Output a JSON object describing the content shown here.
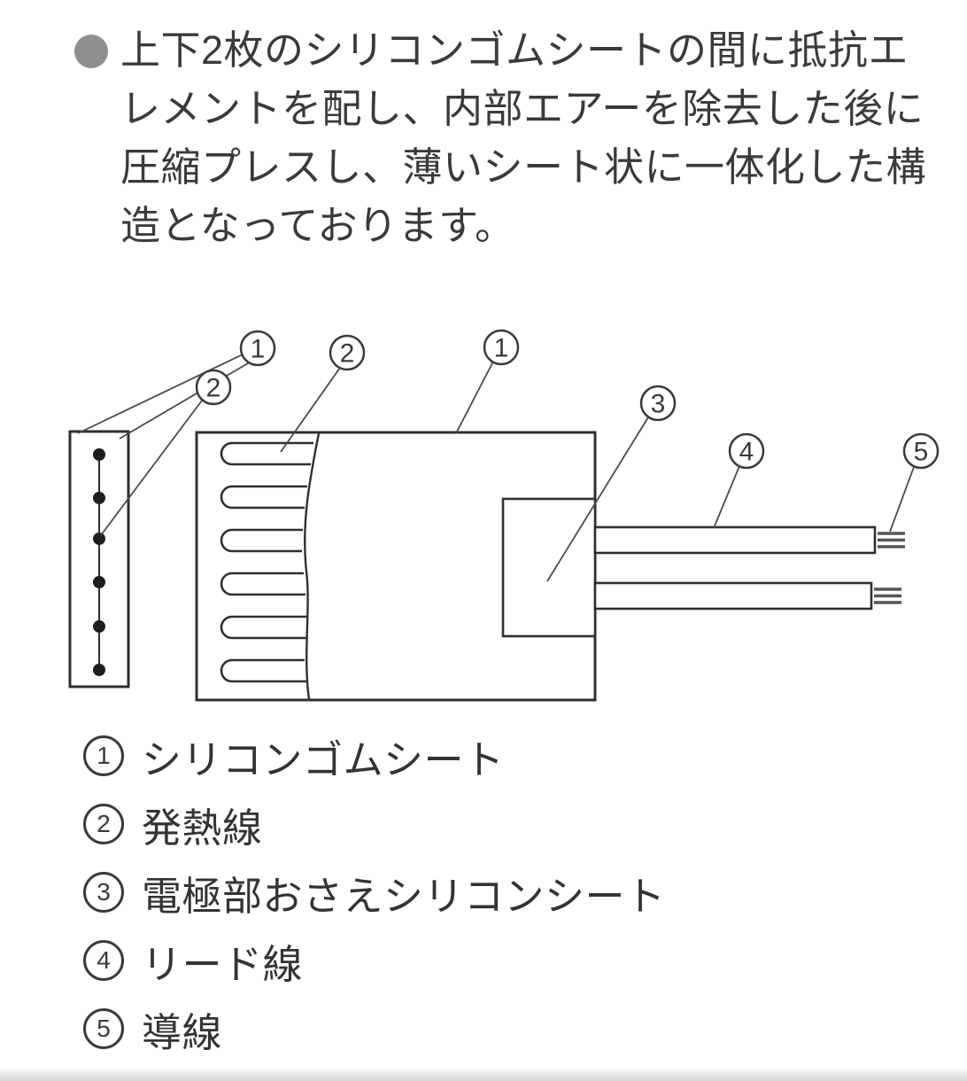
{
  "intro": {
    "lines": [
      "上下2枚のシリコンゴムシートの間に抵抗エ",
      "レメントを配し、内部エアーを除去した後に",
      "圧縮プレスし、薄いシート状に一体化した構",
      "造となっております。"
    ]
  },
  "diagram": {
    "callouts": {
      "n1_left": "1",
      "n2_left": "2",
      "n2_top": "2",
      "n1_top": "1",
      "n3": "3",
      "n4": "4",
      "n5": "5"
    }
  },
  "legend": {
    "items": [
      {
        "num": "1",
        "label": "シリコンゴムシート"
      },
      {
        "num": "2",
        "label": "発熱線"
      },
      {
        "num": "3",
        "label": "電極部おさえシリコンシート"
      },
      {
        "num": "4",
        "label": "リード線"
      },
      {
        "num": "5",
        "label": "導線"
      }
    ]
  }
}
